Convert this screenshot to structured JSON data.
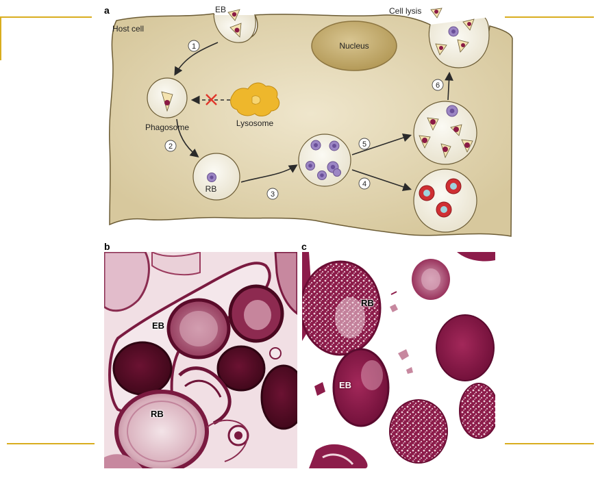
{
  "panels": {
    "a": "a",
    "b": "b",
    "c": "c"
  },
  "diagram": {
    "host_cell": "Host cell",
    "eb": "EB",
    "cell_lysis": "Cell lysis",
    "nucleus": "Nucleus",
    "phagosome": "Phagosome",
    "lysosome": "Lysosome",
    "rb": "RB",
    "steps": [
      "1",
      "2",
      "3",
      "4",
      "5",
      "6"
    ]
  },
  "micrograph_b": {
    "eb_label": "EB",
    "rb_label": "RB"
  },
  "micrograph_c": {
    "rb_label": "RB",
    "eb_label": "EB"
  },
  "colors": {
    "accent_line": "#d9ad1e",
    "cell_fill": "#dccfa9",
    "nucleus_fill": "#c9b374",
    "lysosome": "#eeb72c",
    "stain": "#8a1a45"
  }
}
